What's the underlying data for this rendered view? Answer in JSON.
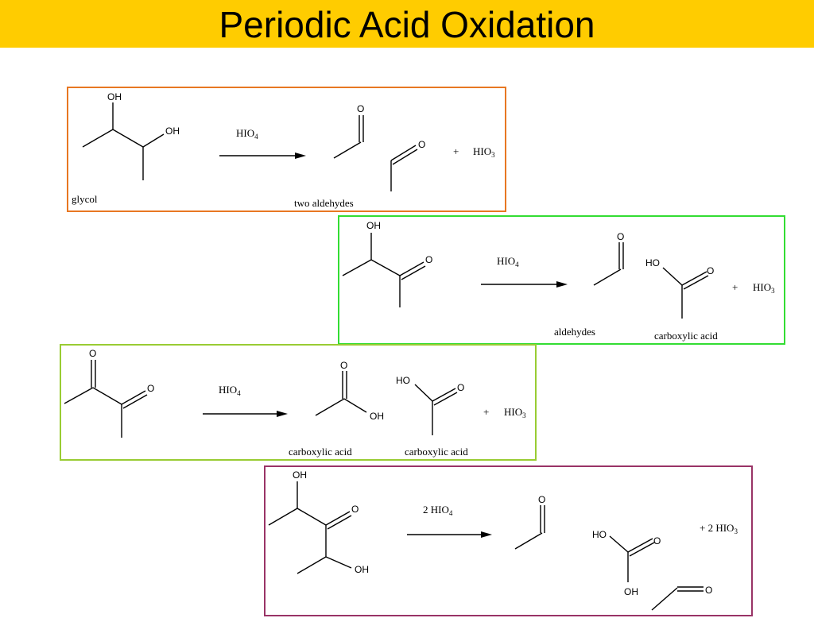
{
  "slide": {
    "title": "Periodic Acid Oxidation",
    "header_color": "#ffcc00"
  },
  "atoms": {
    "oh": "OH",
    "ho": "HO",
    "o": "O"
  },
  "reagents": {
    "hio": "HIO",
    "sub4": "4",
    "sub3": "3",
    "plus": "+",
    "two": "2"
  },
  "reactions": [
    {
      "border_color": "#e87722",
      "reactant_label": "glycol",
      "product_label": "two aldehydes"
    },
    {
      "border_color": "#33dd33",
      "product_labels": [
        "aldehydes",
        "carboxylic acid"
      ]
    },
    {
      "border_color": "#99cc33",
      "product_labels": [
        "carboxylic acid",
        "carboxylic acid"
      ]
    },
    {
      "border_color": "#993366",
      "product_labels": []
    }
  ]
}
